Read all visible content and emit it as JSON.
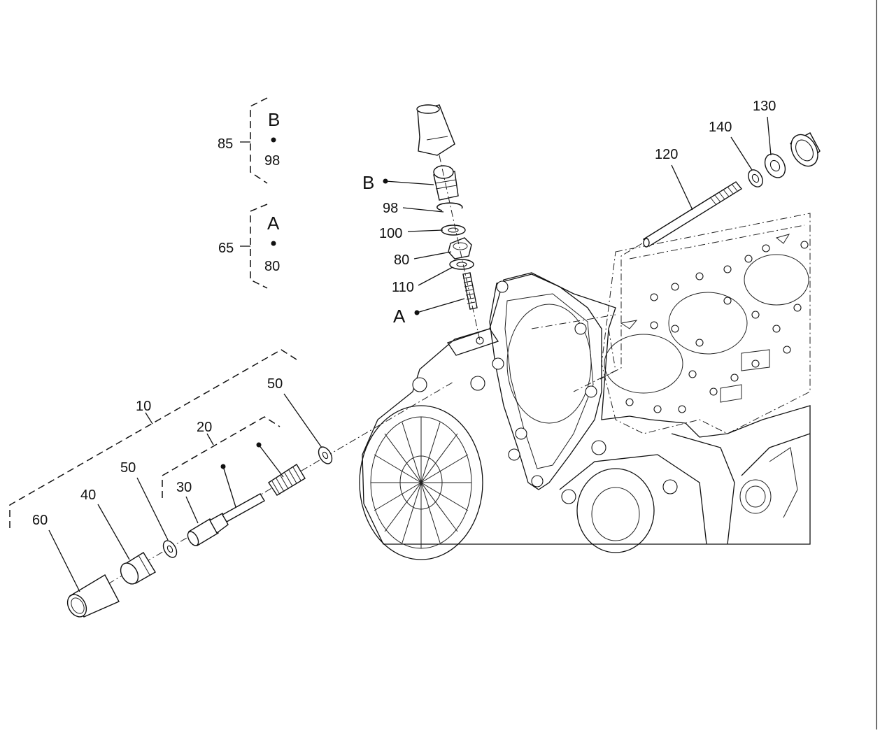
{
  "diagram": {
    "callouts": {
      "c10": "10",
      "c20": "20",
      "c30": "30",
      "c40": "40",
      "c50a": "50",
      "c50b": "50",
      "c60": "60",
      "c65": "65",
      "c80a": "80",
      "c80b": "80",
      "c85": "85",
      "c98a": "98",
      "c98b": "98",
      "c100": "100",
      "c110": "110",
      "c120": "120",
      "c130": "130",
      "c140": "140"
    },
    "kits": {
      "kit_b_letter": "B",
      "kit_a_letter": "A",
      "ref_b": "B",
      "ref_a": "A"
    }
  }
}
